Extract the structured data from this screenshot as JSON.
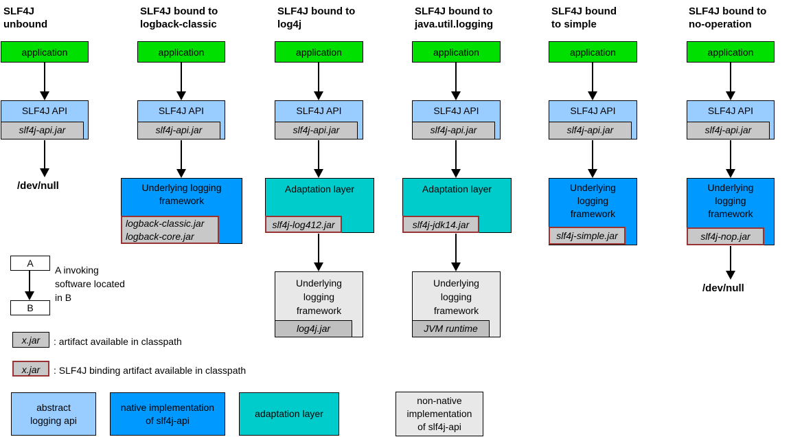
{
  "colors": {
    "green": "#00e000",
    "lightblue": "#99ccff",
    "blue": "#0099ff",
    "teal": "#00cccc",
    "jar-gray": "#c8c8c8",
    "jar-dark-gray": "#c0c0c0",
    "box-lightgray": "#e8e8e8",
    "binding-border-red": "#993333"
  },
  "columns": [
    {
      "title": "SLF4J\nunbound",
      "app_label": "application",
      "api_label": "SLF4J API",
      "api_jar": "slf4j-api.jar",
      "sink": "/dev/null"
    },
    {
      "title": "SLF4J bound to\nlogback-classic",
      "app_label": "application",
      "api_label": "SLF4J API",
      "api_jar": "slf4j-api.jar",
      "framework_label": "Underlying logging\nframework",
      "framework_jar": "logback-classic.jar\nlogback-core.jar"
    },
    {
      "title": "SLF4J bound to\nlog4j",
      "app_label": "application",
      "api_label": "SLF4J API",
      "api_jar": "slf4j-api.jar",
      "adaptation_label": "Adaptation layer",
      "adaptation_jar": "slf4j-log412.jar",
      "framework_label": "Underlying\nlogging\nframework",
      "framework_jar": "log4j.jar"
    },
    {
      "title": "SLF4J bound to\njava.util.logging",
      "app_label": "application",
      "api_label": "SLF4J API",
      "api_jar": "slf4j-api.jar",
      "adaptation_label": "Adaptation layer",
      "adaptation_jar": "slf4j-jdk14.jar",
      "framework_label": "Underlying\nlogging\nframework",
      "framework_jar": "JVM runtime"
    },
    {
      "title": "SLF4J bound\nto simple",
      "app_label": "application",
      "api_label": "SLF4J API",
      "api_jar": "slf4j-api.jar",
      "framework_label": "Underlying\nlogging\nframework",
      "framework_jar": "slf4j-simple.jar"
    },
    {
      "title": "SLF4J bound to\nno-operation",
      "app_label": "application",
      "api_label": "SLF4J API",
      "api_jar": "slf4j-api.jar",
      "framework_label": "Underlying\nlogging\nframework",
      "framework_jar": "slf4j-nop.jar",
      "sink": "/dev/null"
    }
  ],
  "legend": {
    "invoke_a": "A",
    "invoke_b": "B",
    "invoke_text": "A invoking\nsoftware located\nin B",
    "jar_plain_label": "x.jar",
    "jar_plain_text": ": artifact available in classpath",
    "jar_binding_label": "x.jar",
    "jar_binding_text": ": SLF4J binding artifact available in classpath",
    "categories": [
      {
        "label": "abstract\nlogging api"
      },
      {
        "label": "native implementation\nof slf4j-api"
      },
      {
        "label": "adaptation layer"
      },
      {
        "label": "non-native\nimplementation\nof slf4j-api"
      }
    ]
  }
}
